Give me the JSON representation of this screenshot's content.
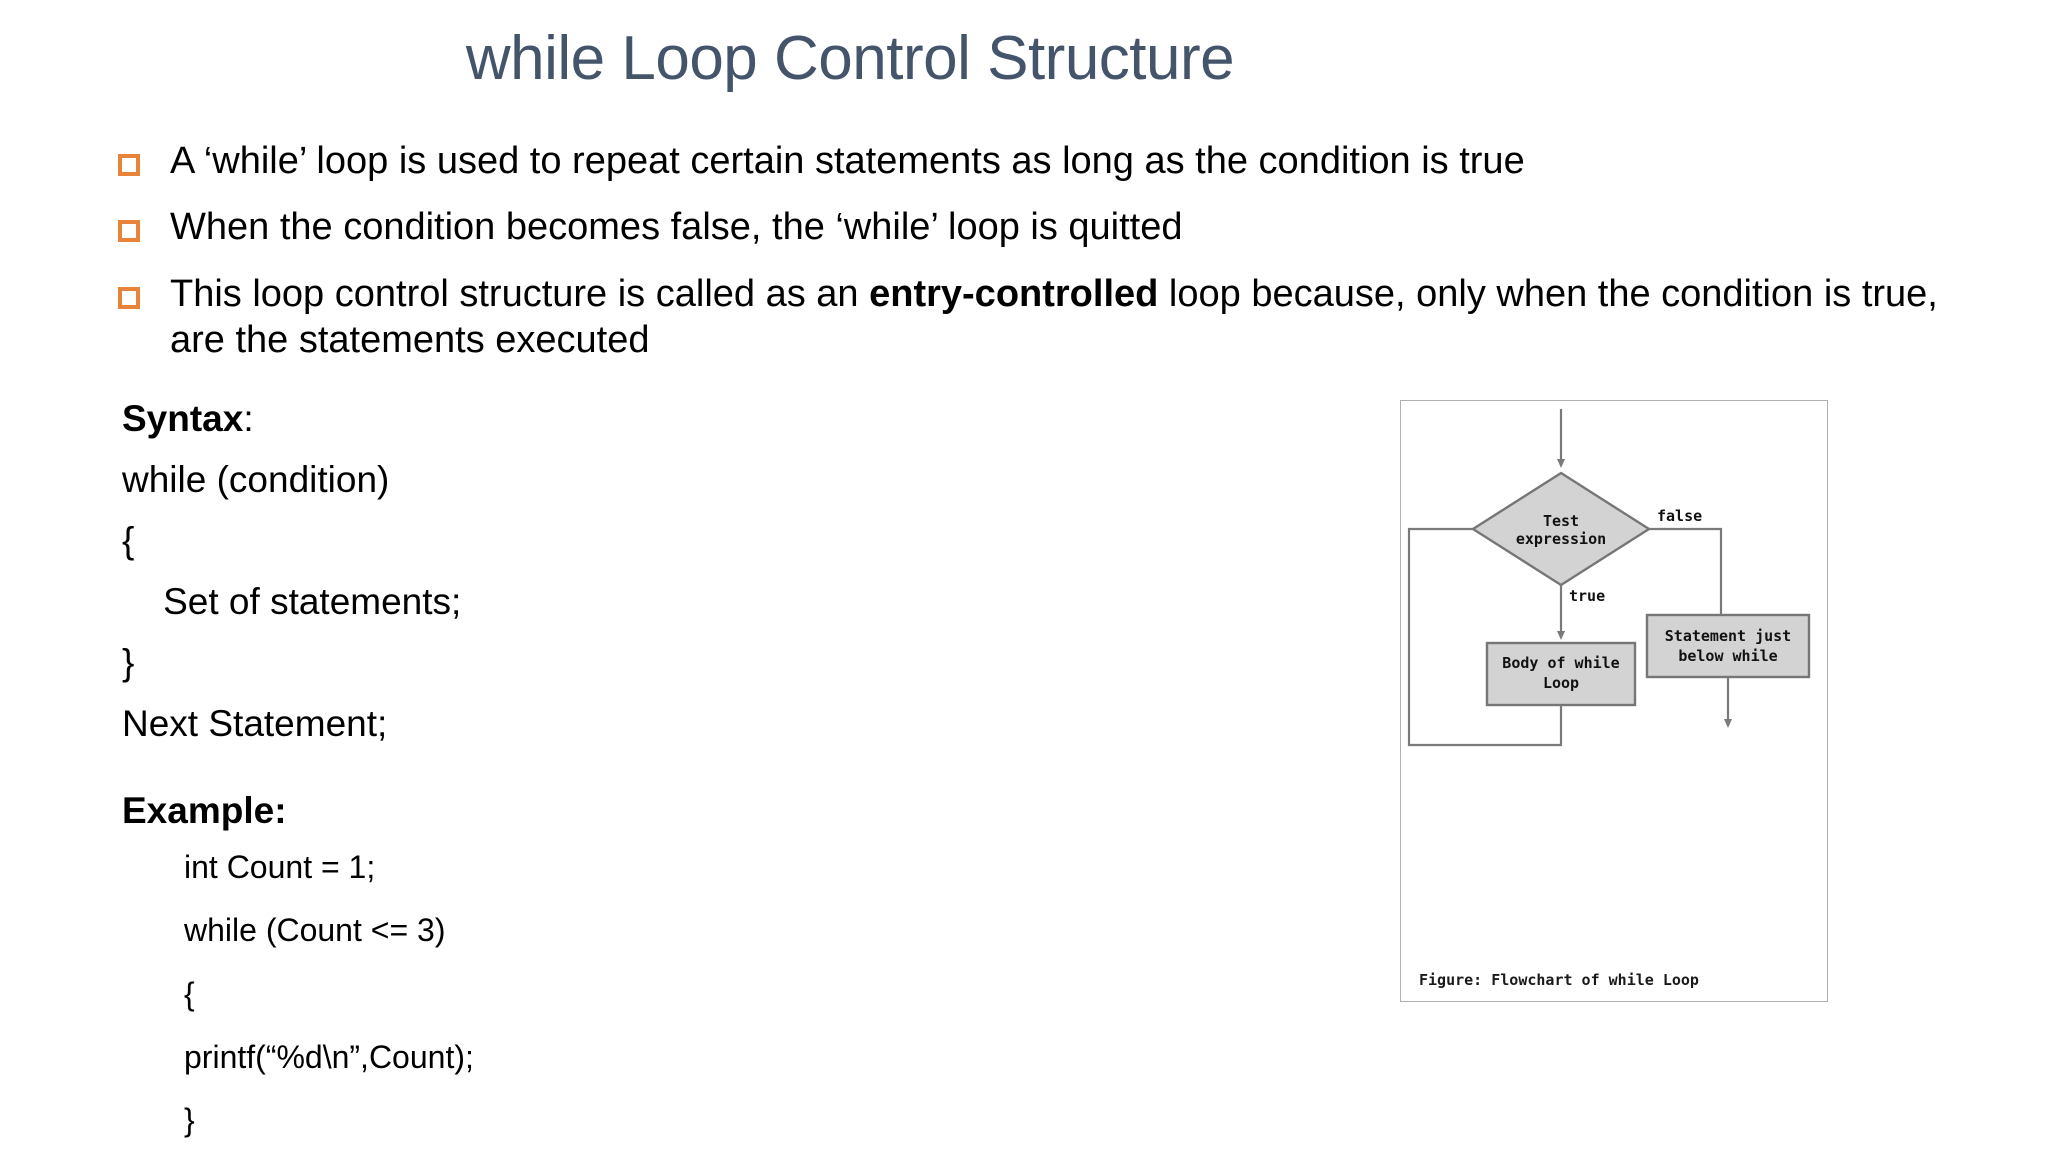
{
  "slide": {
    "title": "while Loop Control Structure",
    "title_color": "#44546A",
    "background": "#ffffff"
  },
  "bullets": {
    "marker_icon": "square-outline-icon",
    "marker_color": "#E8833A",
    "items": [
      {
        "text": "A ‘while’ loop is used to repeat certain statements as long as the condition is true",
        "bold_segment": "",
        "text_before_bold": "",
        "text_after_bold": ""
      },
      {
        "text": "When the condition becomes false, the ‘while’ loop is quitted",
        "bold_segment": "",
        "text_before_bold": "",
        "text_after_bold": ""
      },
      {
        "text": "This loop control structure is called as an entry-controlled loop because, only when the condition is true, are the statements executed",
        "bold_segment": "entry-controlled",
        "text_before_bold": "This loop control structure is called as an ",
        "text_after_bold": " loop because, only when the condition is true, are the statements executed"
      }
    ]
  },
  "syntax": {
    "heading_bold": "Syntax",
    "heading_plain": ":",
    "lines": [
      "while (condition)",
      "{",
      "    Set of statements;",
      "}",
      "Next Statement;"
    ]
  },
  "example": {
    "heading": "Example:",
    "lines": [
      "int Count = 1;",
      "while (Count <= 3)",
      "{",
      "printf(“%d\\n”,Count);",
      "}"
    ]
  },
  "flowchart": {
    "caption": "Figure: Flowchart of while Loop",
    "node_fill": "#d3d3d3",
    "node_stroke": "#767676",
    "line_color": "#7a7a7a",
    "nodes": {
      "decision_line1": "Test",
      "decision_line2": "expression",
      "body_line1": "Body of while",
      "body_line2": "Loop",
      "after_line1": "Statement just",
      "after_line2": "below while"
    },
    "edges": {
      "false_label": "false",
      "true_label": "true"
    }
  }
}
